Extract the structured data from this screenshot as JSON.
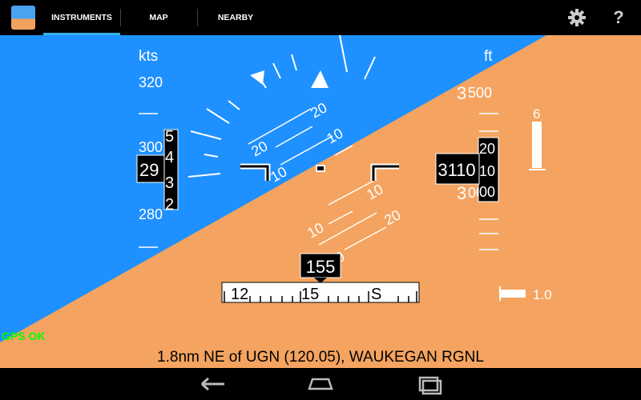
{
  "tabs": [
    {
      "label": "INSTRUMENTS",
      "selected": true
    },
    {
      "label": "MAP",
      "selected": false
    },
    {
      "label": "NEARBY",
      "selected": false
    }
  ],
  "actions": {
    "settings_icon": "gear-icon",
    "help_label": "?"
  },
  "colors": {
    "sky": "#1e90ff",
    "ground": "#f4a460",
    "accent": "#33b5e5",
    "gps_ok": "#00ff00"
  },
  "airspeed": {
    "unit": "kts",
    "current": "29",
    "tape_labels": [
      "320",
      "300",
      "280"
    ],
    "drum_digits": [
      "5",
      "4",
      "3",
      "2"
    ]
  },
  "altitude": {
    "unit": "ft",
    "current": "3110",
    "tape_top": {
      "big": "3",
      "small": "500"
    },
    "tape_mid": {
      "big": "3",
      "small": "000"
    },
    "drum_digits": [
      "20",
      "10",
      "00"
    ]
  },
  "vsi": {
    "value": "6"
  },
  "slip": {
    "value": "1.0"
  },
  "pitch_labels": {
    "up": [
      "20",
      "10"
    ],
    "down": [
      "10",
      "20"
    ]
  },
  "heading": {
    "current": "155",
    "tape_labels": [
      "12",
      "15",
      "S"
    ]
  },
  "status": {
    "gps": "GPS OK"
  },
  "location_text": "1.8nm NE of UGN (120.05), WAUKEGAN RGNL"
}
